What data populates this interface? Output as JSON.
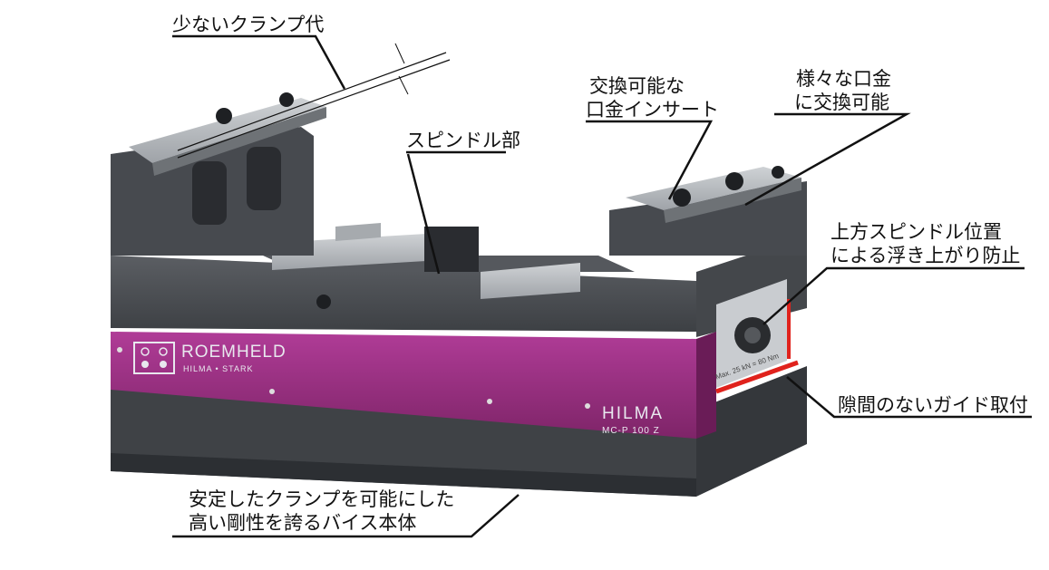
{
  "labels": {
    "small_clamp_margin": "少ないクランプ代",
    "spindle_part": "スピンドル部",
    "insert_line1": "交換可能な",
    "insert_line2": "口金インサート",
    "jaws_line1": "様々な口金",
    "jaws_line2": "に交換可能",
    "upper_spindle_line1": "上方スピンドル位置",
    "upper_spindle_line2": "による浮き上がり防止",
    "guide_mount": "隙間のないガイド取付",
    "body_line1": "安定したクランプを可能にした",
    "body_line2": "高い剛性を誇るバイス本体"
  },
  "product_markings": {
    "brand_name": "ROEMHELD",
    "brand_sub": "HILMA • STARK",
    "model_name": "HILMA",
    "model_code": "MC-P 100 Z",
    "plate_text": "Max. 25 kN = 80 Nm"
  },
  "colors": {
    "background": "#ffffff",
    "vise_body": "#4a4d52",
    "vise_dark": "#2f3236",
    "brand_band": "#9b2f85",
    "accent_red": "#e0221c",
    "jaw_insert": "#b9bcc0",
    "leader_line": "#111111"
  }
}
